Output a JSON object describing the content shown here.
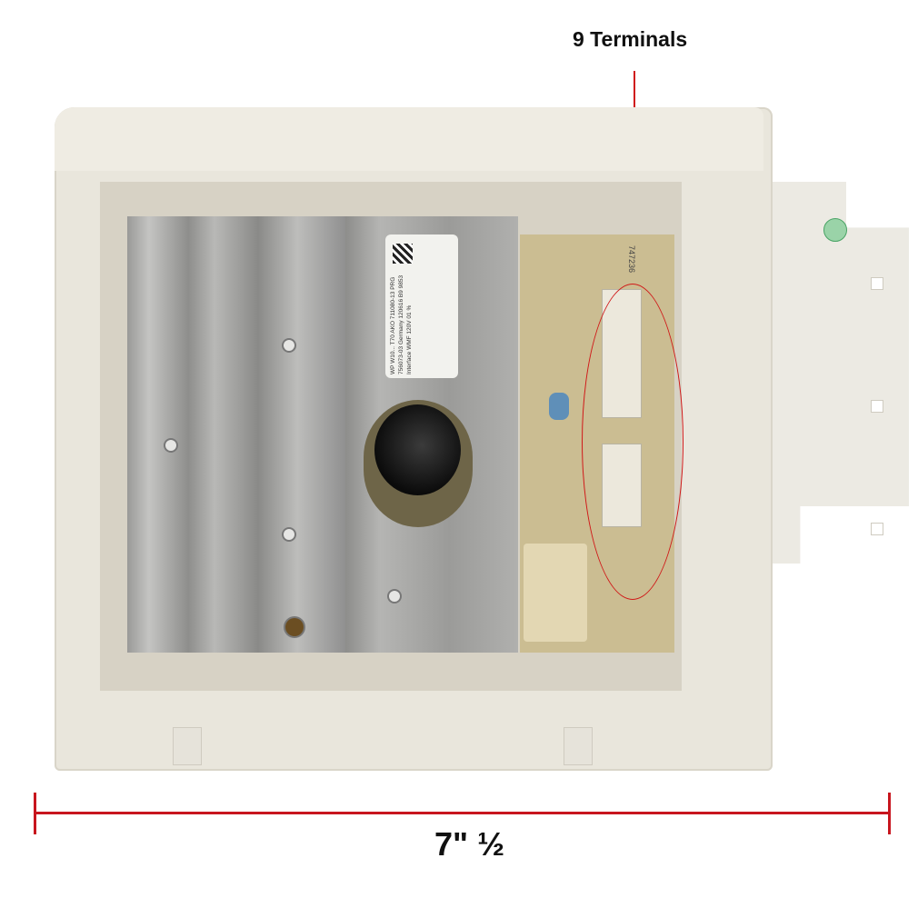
{
  "annotations": {
    "callout_label": "9 Terminals",
    "dimension_label": "7\" ½",
    "accent_color": "#c8161e"
  },
  "product": {
    "label_text": "WP W10... T70 AKO 711080-13 PRG 756073-03 Germany 120616 B9 9853 Interface WMF 120V 01 %",
    "pcb_marking": "747236"
  }
}
